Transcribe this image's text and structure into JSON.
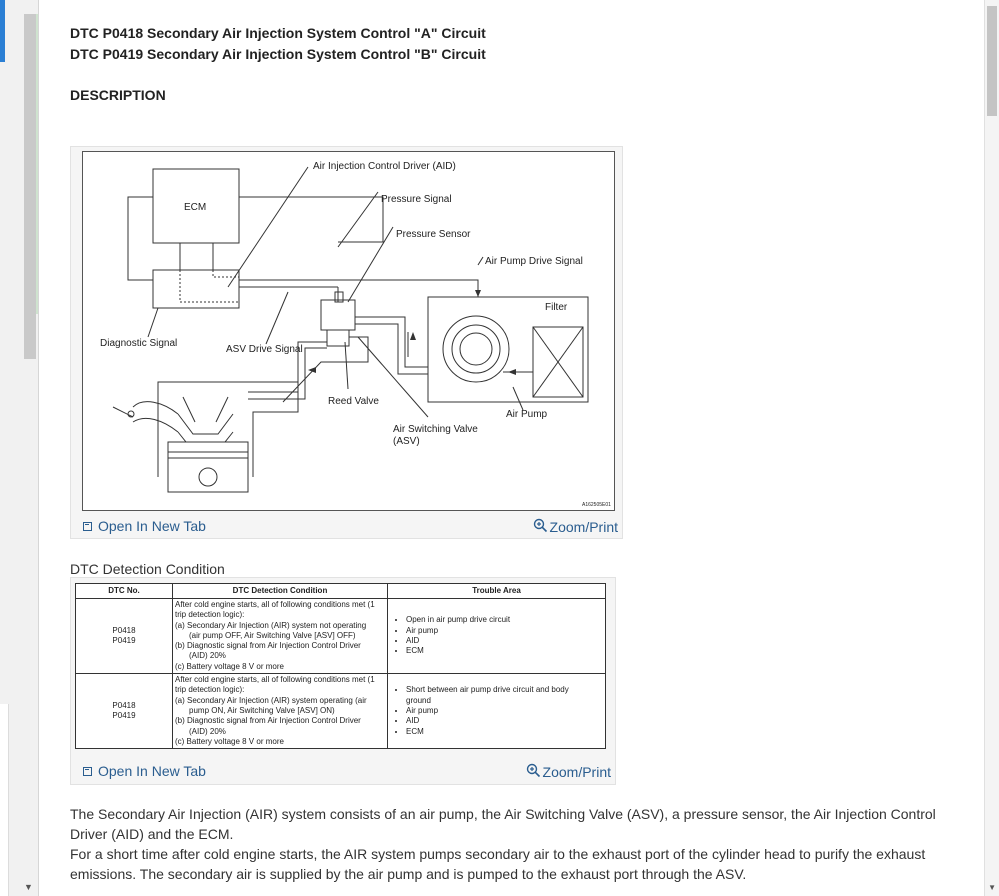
{
  "titles": {
    "line1": "DTC P0418 Secondary Air Injection System Control \"A\" Circuit",
    "line2": "DTC P0419 Secondary Air Injection System Control \"B\" Circuit"
  },
  "section": "DESCRIPTION",
  "figure": {
    "labels": {
      "aid": "Air Injection Control Driver (AID)",
      "pressure_signal": "Pressure Signal",
      "pressure_sensor": "Pressure Sensor",
      "pump_drive_signal": "Air Pump Drive Signal",
      "ecm": "ECM",
      "filter": "Filter",
      "diagnostic_signal": "Diagnostic Signal",
      "asv_drive_signal": "ASV Drive Signal",
      "reed_valve": "Reed Valve",
      "air_pump": "Air Pump",
      "asv_line1": "Air Switching Valve",
      "asv_line2": "(ASV)",
      "code": "A162505E01"
    },
    "open_tab": "Open In New Tab",
    "zoom": "Zoom/Print"
  },
  "dtc": {
    "heading": "DTC Detection Condition",
    "columns": [
      "DTC No.",
      "DTC Detection Condition",
      "Trouble Area"
    ],
    "rows": [
      {
        "codes": [
          "P0418",
          "P0419"
        ],
        "cond": [
          "After cold engine starts, all of following conditions met (1",
          "trip detection logic):",
          "(a) Secondary Air Injection (AIR) system not operating",
          "(air pump OFF, Air Switching Valve [ASV] OFF)",
          "(b) Diagnostic signal from Air Injection Control Driver",
          "(AID) 20%",
          "(c) Battery voltage 8 V or more"
        ],
        "areas": [
          "Open in air pump drive circuit",
          "Air pump",
          "AID",
          "ECM"
        ]
      },
      {
        "codes": [
          "P0418",
          "P0419"
        ],
        "cond": [
          "After cold engine starts, all of following conditions met (1",
          "trip detection logic):",
          "(a) Secondary Air Injection (AIR) system operating (air",
          "pump ON, Air Switching Valve [ASV] ON)",
          "(b) Diagnostic signal from Air Injection Control Driver",
          "(AID) 20%",
          "(c) Battery voltage 8 V or more"
        ],
        "areas": [
          "Short between air pump drive circuit and body",
          "ground",
          "Air pump",
          "AID",
          "ECM"
        ]
      }
    ],
    "open_tab": "Open In New Tab",
    "zoom": "Zoom/Print"
  },
  "paragraphs": [
    "The Secondary Air Injection (AIR) system consists of an air pump, the Air Switching Valve (ASV), a pressure sensor, the Air Injection Control",
    "Driver (AID) and the ECM.",
    "For a short time after cold engine starts, the AIR system pumps secondary air to the exhaust port of the cylinder head to purify the exhaust",
    "emissions. The secondary air is supplied by the air pump and is pumped to the exhaust port through the ASV."
  ]
}
